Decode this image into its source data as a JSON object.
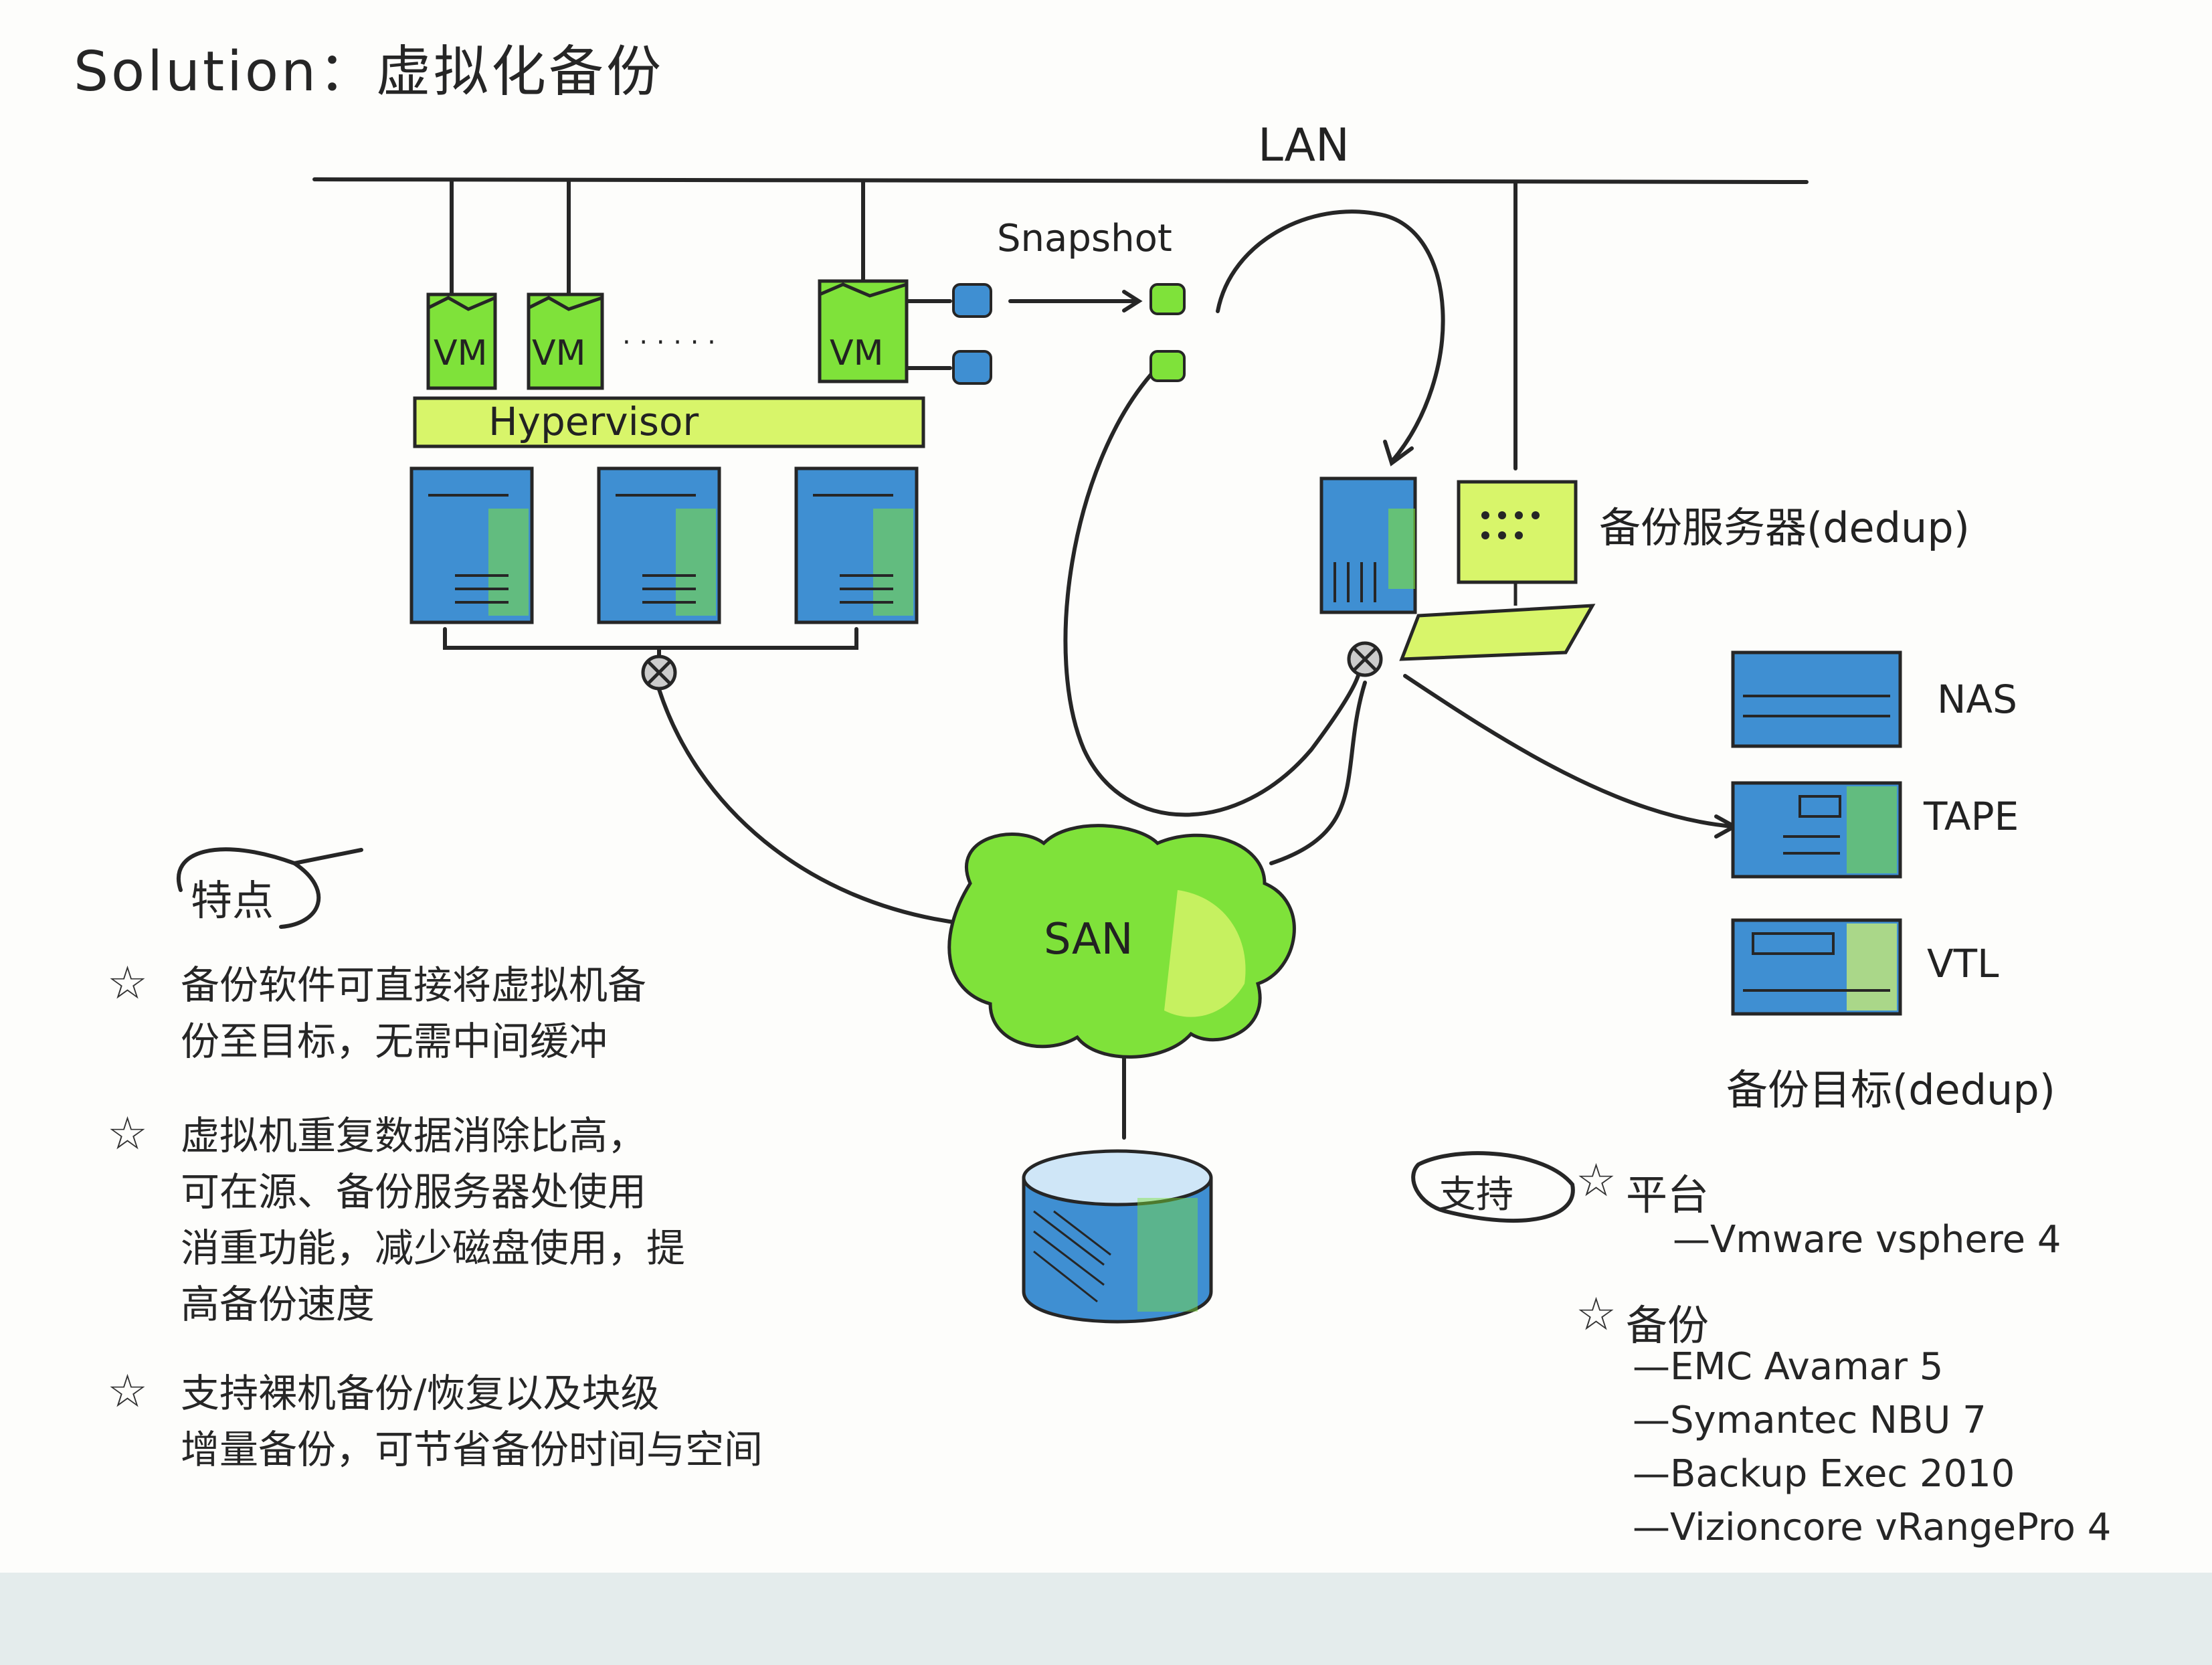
{
  "title": "Solution：虚拟化备份",
  "network": {
    "lan": "LAN",
    "san": "SAN",
    "snapshot": "Snapshot"
  },
  "virtualization": {
    "vm_label": "VM",
    "vm_dots": "· · · · · ·",
    "hypervisor": "Hypervisor"
  },
  "backup_server": {
    "label": "备份服务器(dedup)"
  },
  "targets": {
    "items": [
      "NAS",
      "TAPE",
      "VTL"
    ],
    "caption": "备份目标(dedup)"
  },
  "features": {
    "heading": "特点",
    "items": [
      {
        "lines": [
          "备份软件可直接将虚拟机备",
          "份至目标，无需中间缓冲"
        ]
      },
      {
        "lines": [
          "虚拟机重复数据消除比高，",
          "可在源、备份服务器处使用",
          "消重功能，减少磁盘使用，提",
          "高备份速度"
        ]
      },
      {
        "lines": [
          "支持裸机备份/恢复以及块级",
          "增量备份，可节省备份时间与空间"
        ]
      }
    ]
  },
  "support": {
    "heading": "支持",
    "platform_title": "平台",
    "platform_items": [
      "—Vmware vsphere 4"
    ],
    "backup_title": "备份",
    "backup_items": [
      "—EMC Avamar 5",
      "—Symantec NBU 7",
      "—Backup Exec 2010",
      "—Vizioncore vRangePro 4"
    ]
  },
  "colors": {
    "green": "#7fe23a",
    "blue": "#3f8fd2",
    "yellow_green": "#d8f56a",
    "ink": "#262626"
  },
  "icons": [
    "server-icon",
    "storage-icon",
    "monitor-icon",
    "keyboard-icon",
    "fc-switch-icon",
    "disk-icon",
    "star-icon"
  ]
}
